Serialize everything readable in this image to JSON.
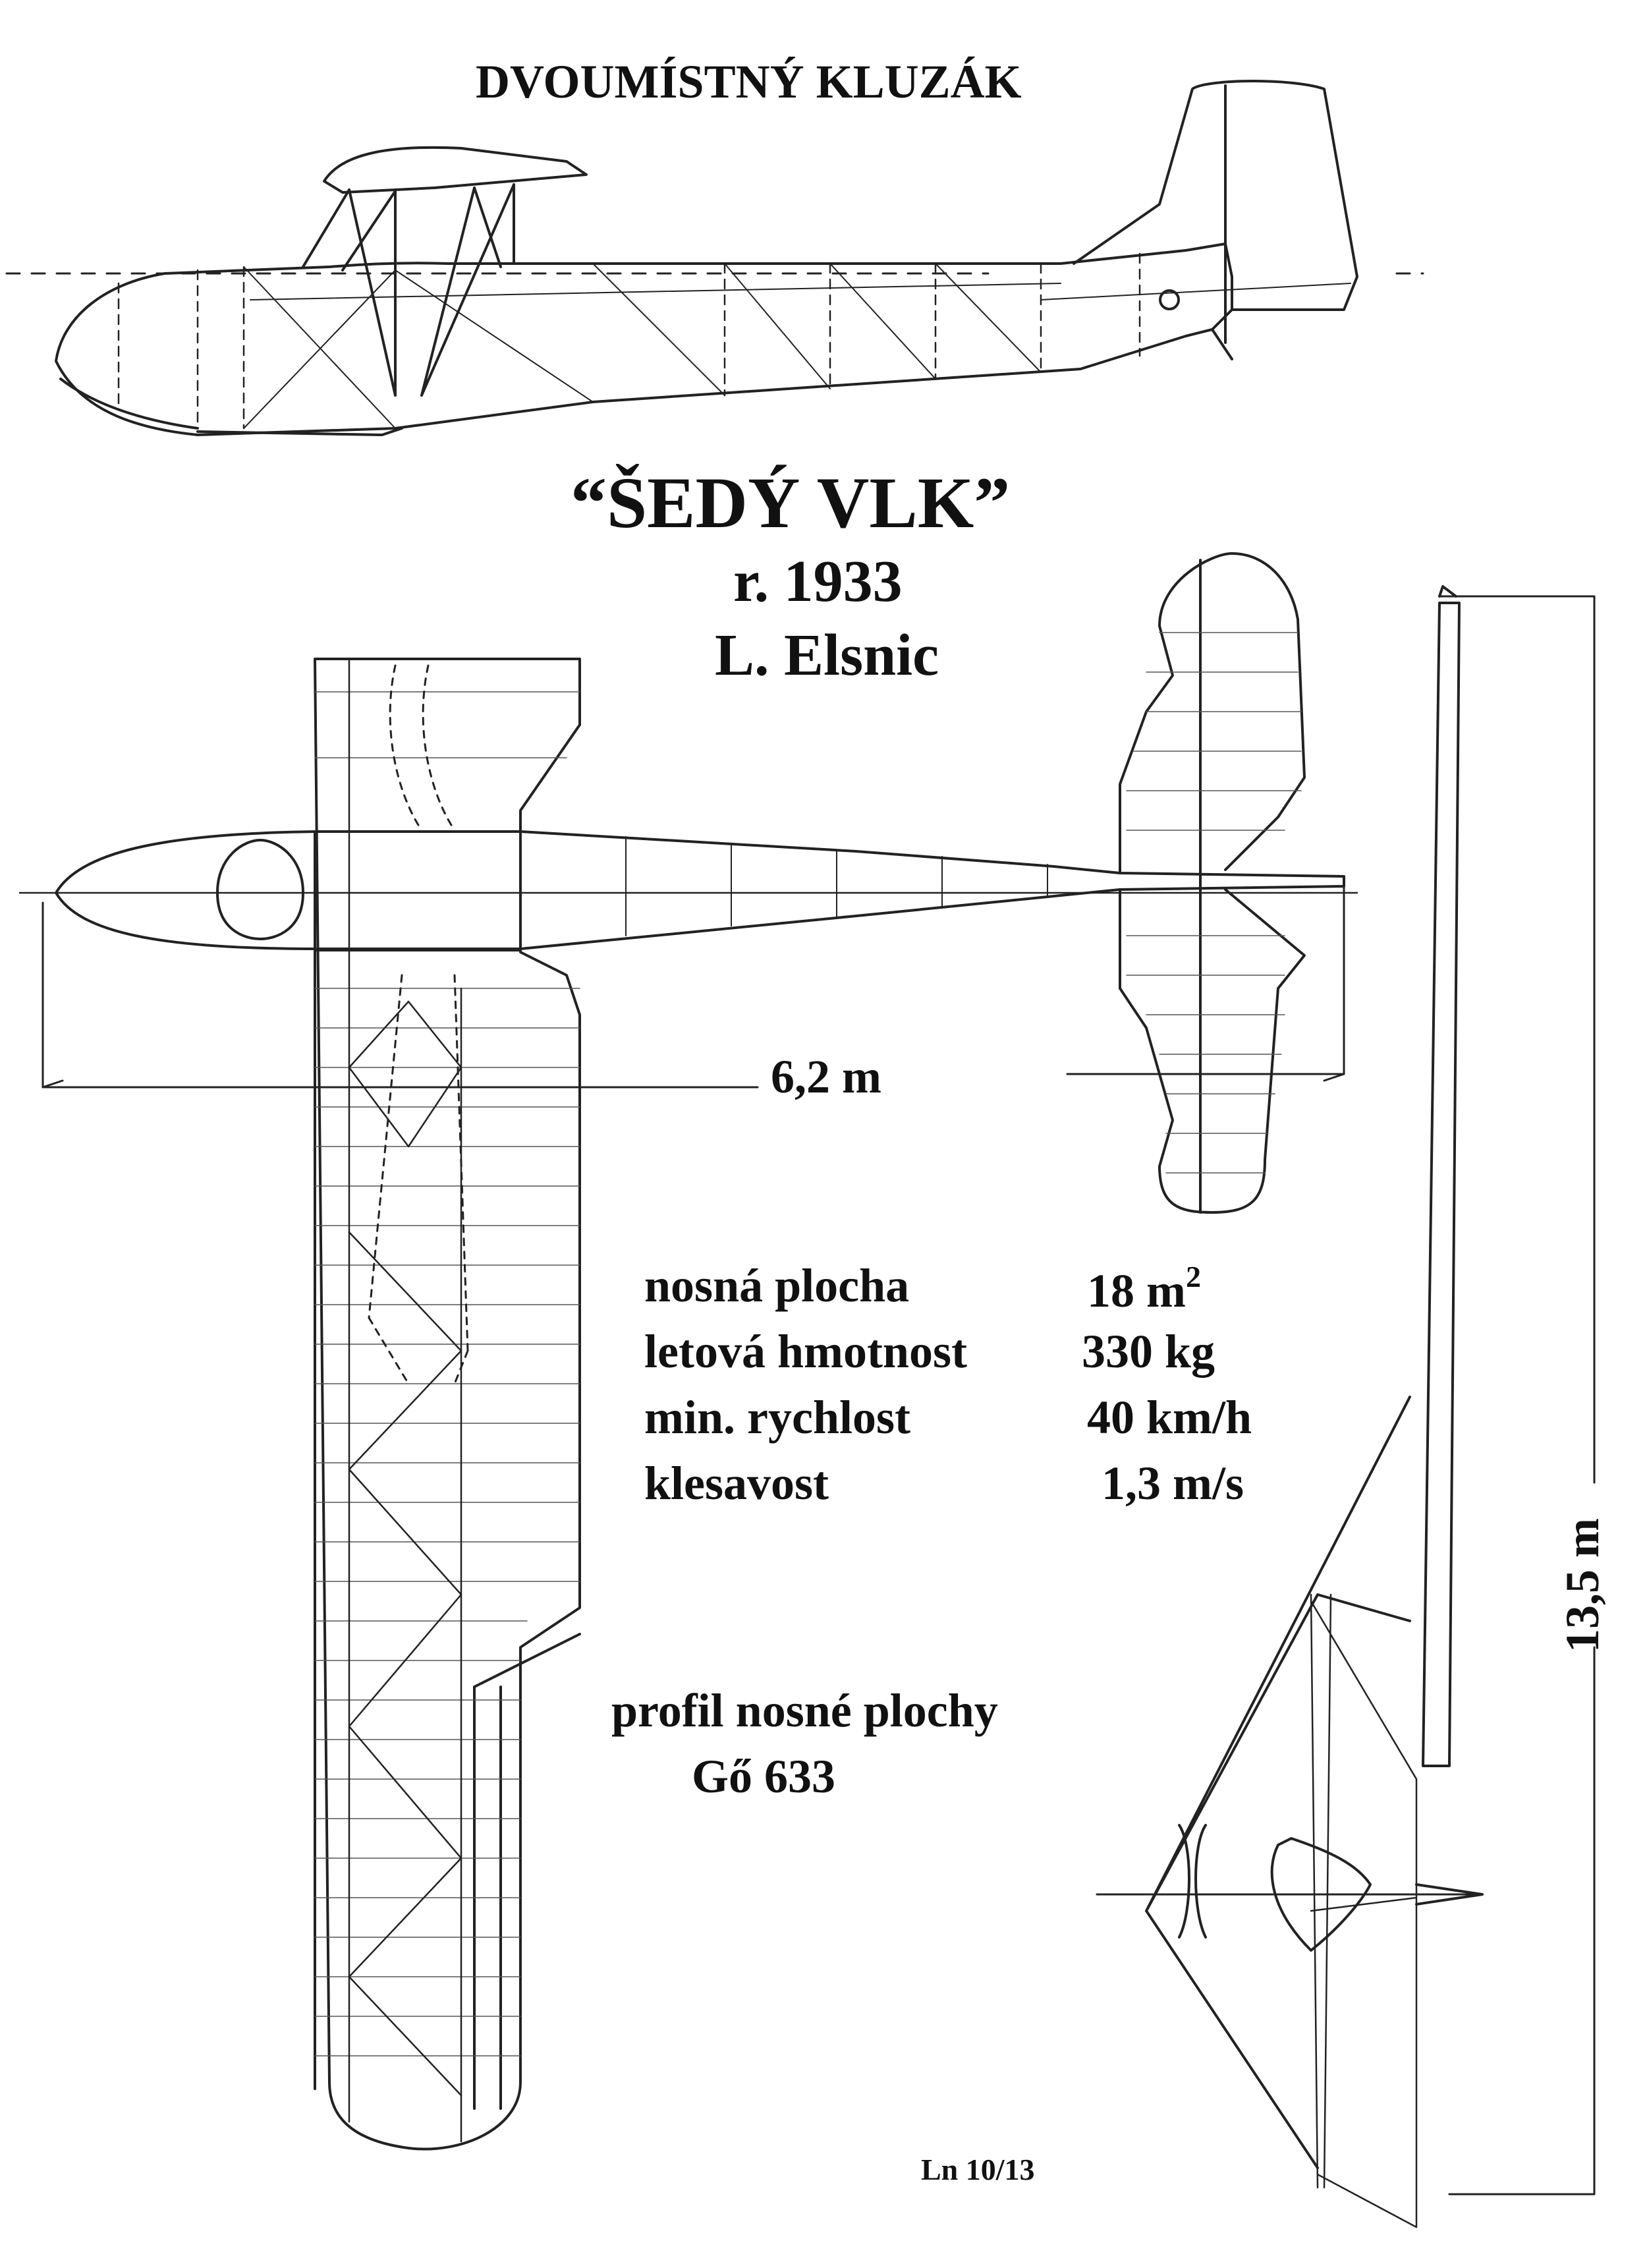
{
  "header": {
    "category": "DVOUMÍSTNÝ  KLUZÁK",
    "name": "“ŠEDÝ  VLK”",
    "year": "r. 1933",
    "designer": "L. Elsnic"
  },
  "dimensions": {
    "length": "6,2 m",
    "span": "13,5 m"
  },
  "specs": [
    {
      "label": "nosná  plocha",
      "value": "18 m",
      "sup": "2"
    },
    {
      "label": "letová hmotnost",
      "value": "330 kg",
      "sup": ""
    },
    {
      "label": "min. rychlost",
      "value": "40 km/h",
      "sup": ""
    },
    {
      "label": "klesavost",
      "value": "1,3 m/s",
      "sup": ""
    }
  ],
  "airfoil": {
    "label": "profil nosné plochy",
    "name": "Gő  633"
  },
  "footer": {
    "source": "Ln 10/13"
  }
}
